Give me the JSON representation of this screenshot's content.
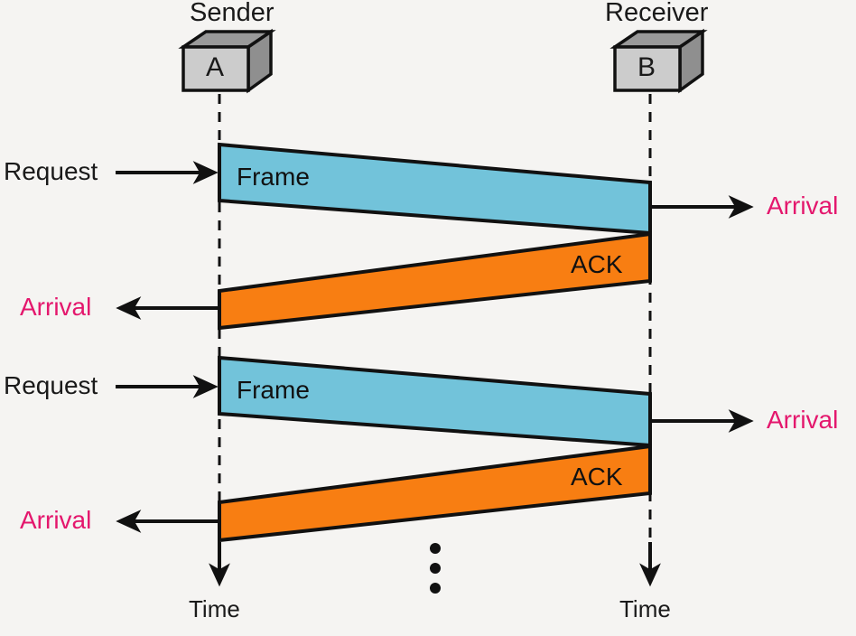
{
  "diagram": {
    "title": "Stop-and-Wait protocol timeline",
    "background_color": "#f5f4f2",
    "nodes": [
      {
        "role_label": "Sender",
        "box_letter": "A",
        "timeline_label": "Time"
      },
      {
        "role_label": "Receiver",
        "box_letter": "B",
        "timeline_label": "Time"
      }
    ],
    "colors": {
      "frame_fill": "#72c3da",
      "ack_fill": "#f87e12",
      "outline": "#111111",
      "box_front": "#cccccc",
      "box_shade": "#999999",
      "arrival_text": "#e4176d",
      "label_text": "#1a1a1a"
    },
    "events": [
      {
        "id": "req-1",
        "label": "Request",
        "side": "left",
        "kind": "request"
      },
      {
        "id": "frame-1",
        "label": "Frame",
        "kind": "frame",
        "direction": "sender-to-receiver"
      },
      {
        "id": "arr-1",
        "label": "Arrival",
        "side": "right",
        "kind": "arrival"
      },
      {
        "id": "ack-1",
        "label": "ACK",
        "kind": "ack",
        "direction": "receiver-to-sender"
      },
      {
        "id": "arr-2",
        "label": "Arrival",
        "side": "left",
        "kind": "arrival"
      },
      {
        "id": "req-2",
        "label": "Request",
        "side": "left",
        "kind": "request"
      },
      {
        "id": "frame-2",
        "label": "Frame",
        "kind": "frame",
        "direction": "sender-to-receiver"
      },
      {
        "id": "arr-3",
        "label": "Arrival",
        "side": "right",
        "kind": "arrival"
      },
      {
        "id": "ack-2",
        "label": "ACK",
        "kind": "ack",
        "direction": "receiver-to-sender"
      },
      {
        "id": "arr-4",
        "label": "Arrival",
        "side": "left",
        "kind": "arrival"
      }
    ],
    "continuation_marker": "vertical-ellipsis"
  },
  "labels": {
    "sender_title": "Sender",
    "sender_letter": "A",
    "receiver_title": "Receiver",
    "receiver_letter": "B",
    "request_1": "Request",
    "request_2": "Request",
    "frame_1": "Frame",
    "frame_2": "Frame",
    "ack_1": "ACK",
    "ack_2": "ACK",
    "arrival_right_1": "Arrival",
    "arrival_right_2": "Arrival",
    "arrival_left_1": "Arrival",
    "arrival_left_2": "Arrival",
    "time_left": "Time",
    "time_right": "Time"
  }
}
